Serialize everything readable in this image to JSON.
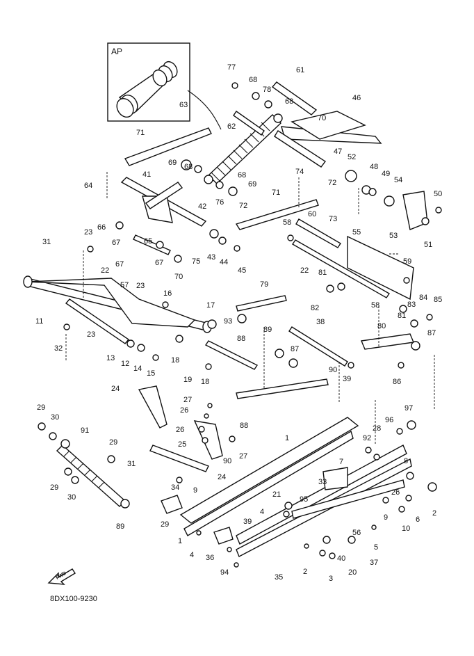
{
  "inset": {
    "label": "AP",
    "part_number": "63"
  },
  "fwd_label": "FWD",
  "diagram_code": "8DX100-9230",
  "callouts": [
    "77",
    "68",
    "78",
    "61",
    "68",
    "70",
    "46",
    "62",
    "71",
    "47",
    "52",
    "48",
    "49",
    "54",
    "50",
    "41",
    "69",
    "68",
    "68",
    "69",
    "74",
    "72",
    "64",
    "76",
    "72",
    "71",
    "73",
    "60",
    "66",
    "42",
    "53",
    "51",
    "23",
    "67",
    "65",
    "67",
    "75",
    "43",
    "44",
    "58",
    "55",
    "31",
    "67",
    "45",
    "59",
    "22",
    "70",
    "81",
    "57",
    "23",
    "22",
    "79",
    "82",
    "84",
    "83",
    "85",
    "16",
    "58",
    "11",
    "17",
    "93",
    "38",
    "81",
    "80",
    "23",
    "88",
    "89",
    "87",
    "32",
    "13",
    "12",
    "14",
    "15",
    "18",
    "87",
    "19",
    "18",
    "90",
    "39",
    "86",
    "24",
    "27",
    "26",
    "88",
    "97",
    "29",
    "30",
    "26",
    "96",
    "91",
    "28",
    "25",
    "92",
    "29",
    "24",
    "27",
    "1",
    "31",
    "26",
    "90",
    "8",
    "7",
    "33",
    "34",
    "9",
    "29",
    "30",
    "21",
    "95",
    "4",
    "29",
    "89",
    "2",
    "1",
    "39",
    "9",
    "56",
    "6",
    "4",
    "36",
    "40",
    "10",
    "5",
    "94",
    "20",
    "37",
    "2",
    "35",
    "3"
  ]
}
